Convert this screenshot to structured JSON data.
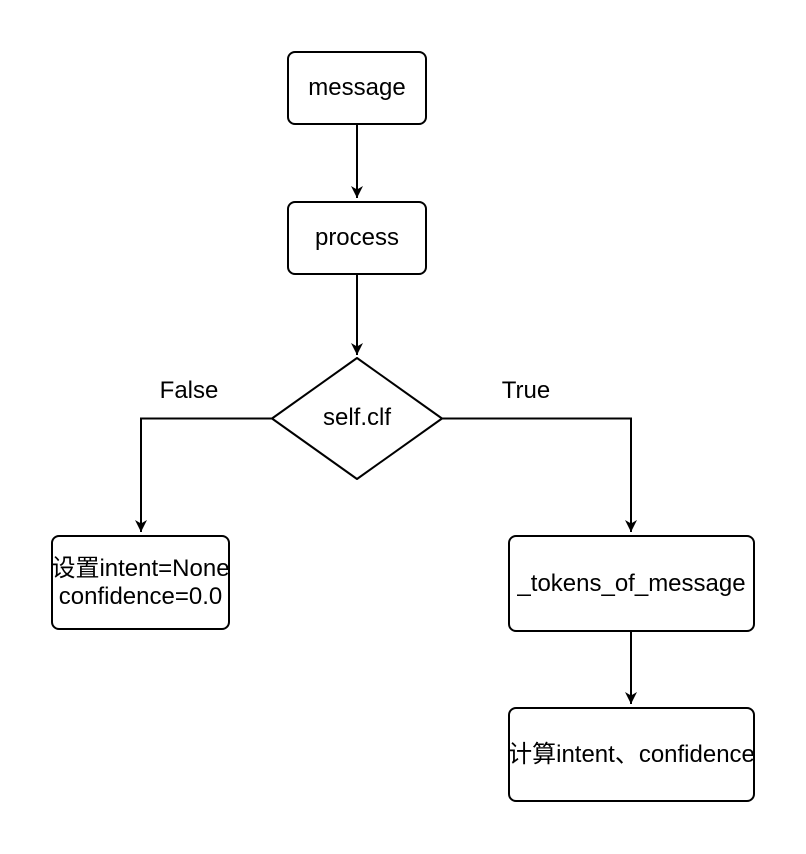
{
  "flowchart": {
    "nodes": {
      "message": {
        "label": "message"
      },
      "process": {
        "label": "process"
      },
      "decision": {
        "label": "self.clf"
      },
      "set_none": {
        "line1": "设置intent=None",
        "line2": "confidence=0.0"
      },
      "tokens": {
        "label": "_tokens_of_message"
      },
      "compute": {
        "label": "计算intent、confidence"
      }
    },
    "edge_labels": {
      "false_branch": "False",
      "true_branch": "True"
    },
    "colors": {
      "stroke": "#000000",
      "node_fill": "#ffffff",
      "text": "#000000",
      "background": "#ffffff"
    }
  }
}
